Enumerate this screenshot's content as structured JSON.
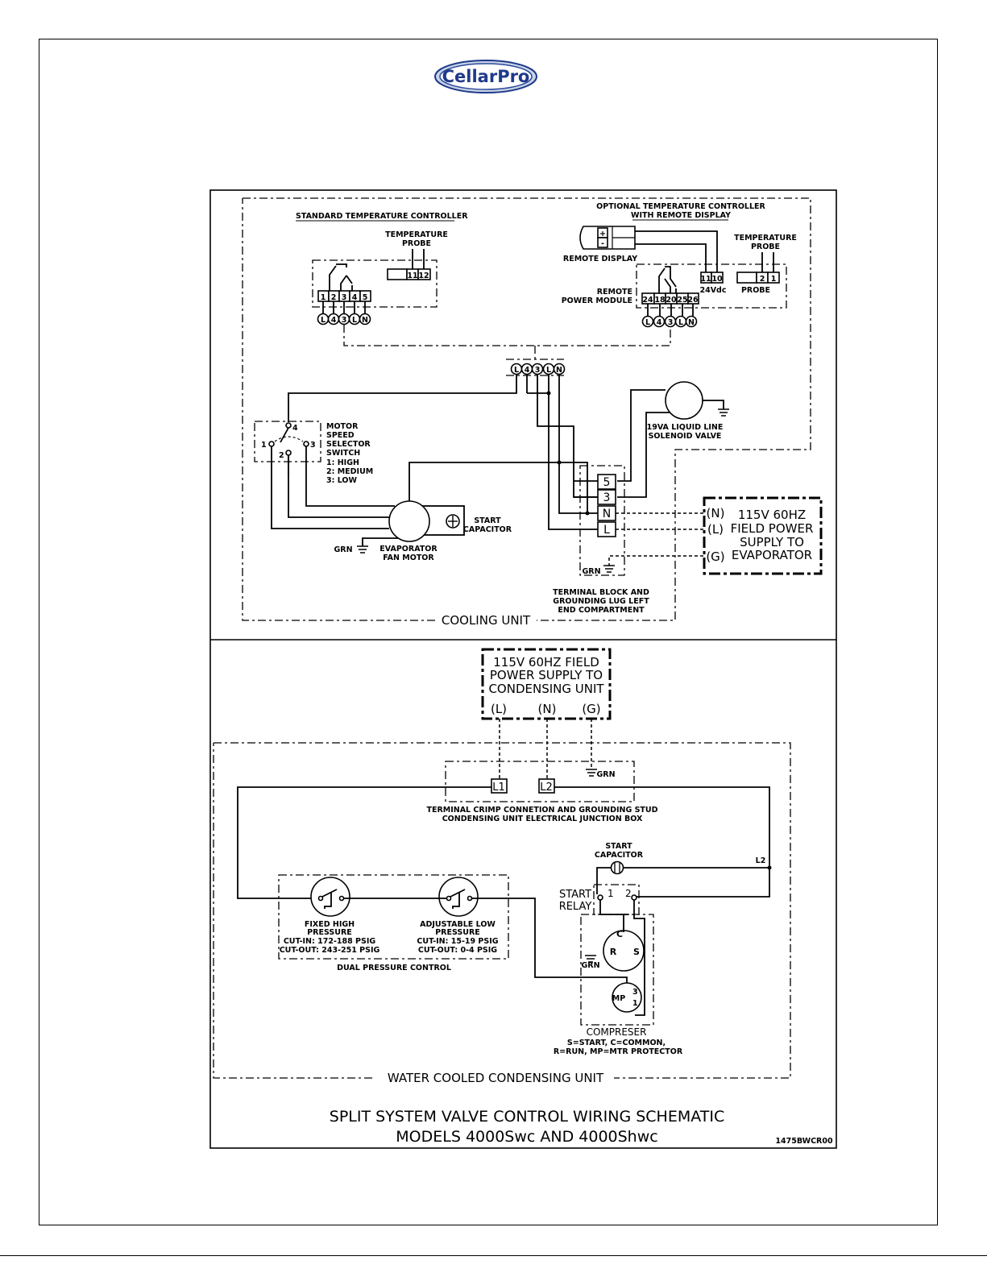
{
  "logo": {
    "text": "CellarPro"
  },
  "cooling": {
    "standard_controller": "STANDARD TEMPERATURE CONTROLLER",
    "std_probe_1": "TEMPERATURE",
    "std_probe_2": "PROBE",
    "std_probe_terms": [
      "11",
      "12"
    ],
    "std_terms": [
      "1",
      "2",
      "3",
      "4",
      "5"
    ],
    "std_circles": [
      "L",
      "4",
      "3",
      "L",
      "N"
    ],
    "optional_controller_1": "OPTIONAL TEMPERATURE CONTROLLER",
    "optional_controller_2": "WITH REMOTE DISPLAY",
    "remote_display": "REMOTE DISPLAY",
    "display_plus": "+",
    "display_minus": "-",
    "opt_probe_1": "TEMPERATURE",
    "opt_probe_2": "PROBE",
    "probe_terms": [
      "2",
      "1"
    ],
    "probe_label": "PROBE",
    "vdc_terms": [
      "11",
      "10"
    ],
    "vdc_label": "24Vdc",
    "remote_power_1": "REMOTE",
    "remote_power_2": "POWER MODULE",
    "rpm_terms": [
      "24",
      "18",
      "20",
      "25",
      "26"
    ],
    "rpm_circles": [
      "L",
      "4",
      "3",
      "L",
      "N"
    ],
    "junction_circles": [
      "L",
      "4",
      "3",
      "L",
      "N"
    ],
    "solenoid_1": "19VA LIQUID LINE",
    "solenoid_2": "SOLENOID VALVE",
    "switch_lines": [
      "MOTOR",
      "SPEED",
      "SELECTOR",
      "SWITCH",
      "1:  HIGH",
      "2:  MEDIUM",
      "3:  LOW"
    ],
    "switch_pins": [
      "4",
      "1",
      "2",
      "3"
    ],
    "start_cap_1": "START",
    "start_cap_2": "CAPACITOR",
    "grn": "GRN",
    "fan_motor_1": "EVAPORATOR",
    "fan_motor_2": "FAN MOTOR",
    "block_terms": [
      "5",
      "3",
      "N",
      "L"
    ],
    "terminal_block": [
      "TERMINAL BLOCK AND",
      "GROUNDING LUG LEFT",
      "END COMPARTMENT"
    ],
    "field_power_letters": [
      "(N)",
      "(L)",
      "(G)"
    ],
    "field_power_lines": [
      "115V 60HZ",
      "FIELD POWER",
      "SUPPLY TO",
      "EVAPORATOR"
    ],
    "unit_label": "COOLING UNIT"
  },
  "condensing": {
    "supply_lines": [
      "115V 60HZ FIELD",
      "POWER SUPPLY TO",
      "CONDENSING UNIT"
    ],
    "supply_letters": [
      "(L)",
      "(N)",
      "(G)"
    ],
    "term_l1": "L1",
    "term_l2": "L2",
    "grn": "GRN",
    "crimp_1": "TERMINAL CRIMP CONNETION AND GROUNDING STUD",
    "crimp_2": "CONDENSING UNIT ELECTRICAL JUNCTION BOX",
    "start_cap_1": "START",
    "start_cap_2": "CAPACITOR",
    "l2_label": "L2",
    "relay_1": "START",
    "relay_2": "RELAY",
    "relay_pin1": "1",
    "relay_pin2": "2",
    "high_pressure": [
      "FIXED HIGH",
      "PRESSURE",
      "CUT-IN:  172-188  PSIG",
      "CUT-OUT:  243-251  PSIG"
    ],
    "low_pressure": [
      "ADJUSTABLE LOW",
      "PRESSURE",
      "CUT-IN:  15-19  PSIG",
      "CUT-OUT:  0-4  PSIG"
    ],
    "dual_pressure": "DUAL PRESSURE CONTROL",
    "comp_c": "C",
    "comp_r": "R",
    "comp_s": "S",
    "comp_grn": "GRN",
    "mp": "MP",
    "mp_pins": [
      "3",
      "1"
    ],
    "compressor_1": "COMPRESER",
    "compressor_2": "S=START, C=COMMON,",
    "compressor_3": "R=RUN, MP=MTR PROTECTOR",
    "unit_label": "WATER COOLED CONDENSING UNIT"
  },
  "title_1": "SPLIT SYSTEM VALVE CONTROL WIRING SCHEMATIC",
  "title_2": "MODELS 4000Swc AND 4000Shwc",
  "drawing_number": "1475BWCR00"
}
